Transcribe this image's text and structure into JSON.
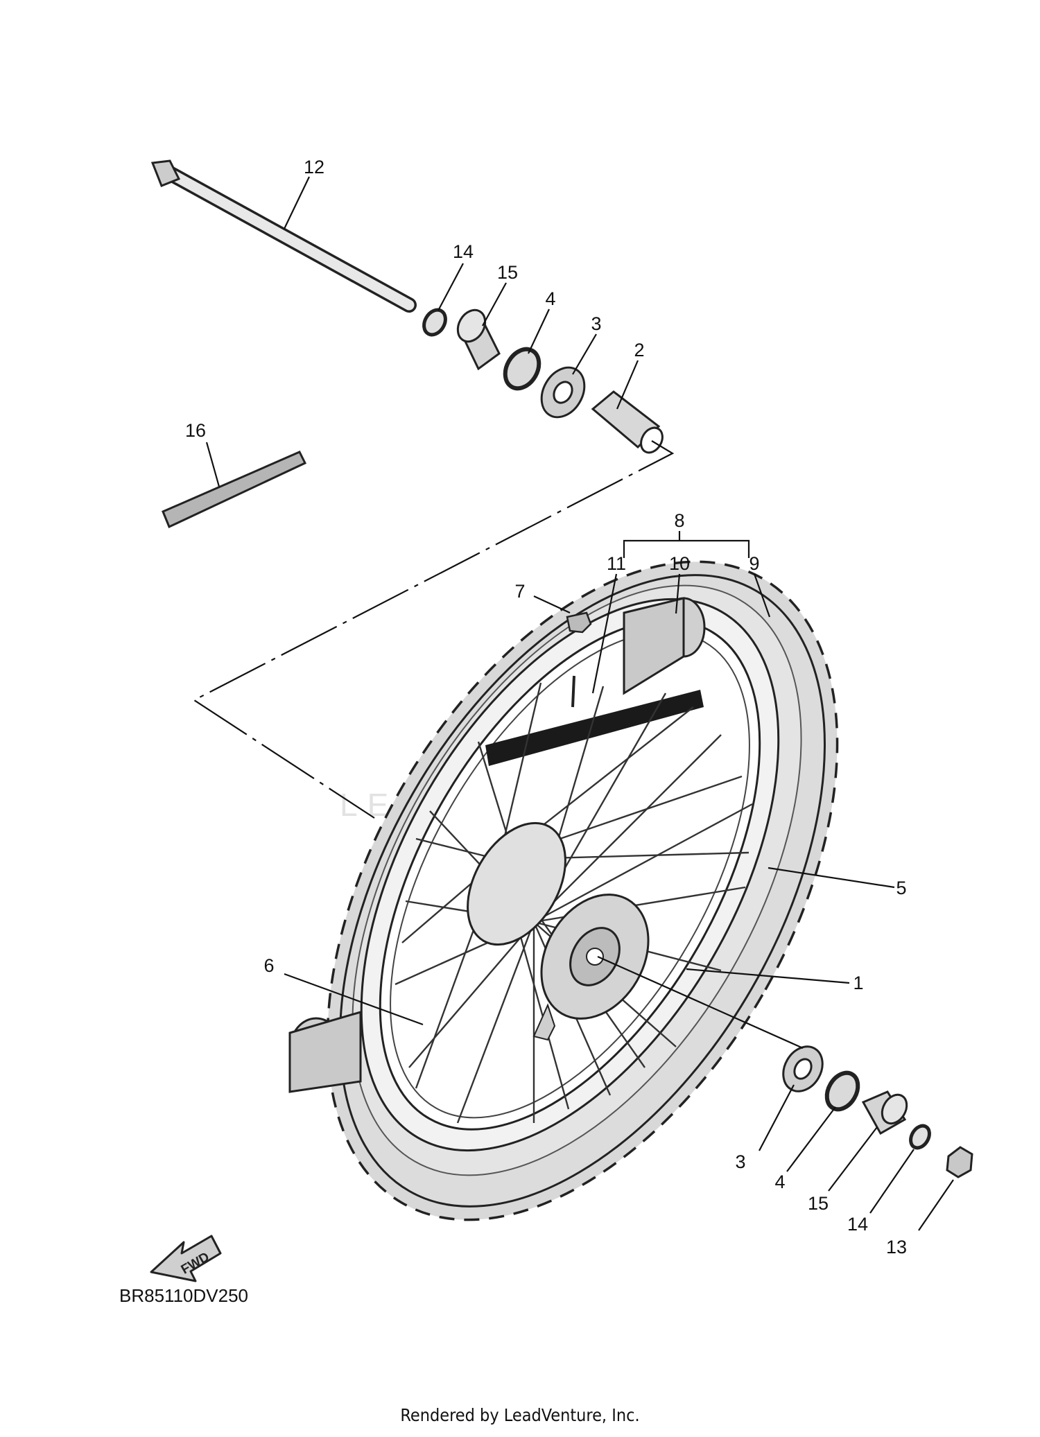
{
  "callouts": {
    "c1": "1",
    "c2": "2",
    "c3a": "3",
    "c3b": "3",
    "c4a": "4",
    "c4b": "4",
    "c5": "5",
    "c6": "6",
    "c7": "7",
    "c8": "8",
    "c9": "9",
    "c10": "10",
    "c11": "11",
    "c12": "12",
    "c13": "13",
    "c14a": "14",
    "c14b": "14",
    "c15a": "15",
    "c15b": "15",
    "c16": "16"
  },
  "fwd_label": "FWD",
  "diagram_code": "BR85110DV250",
  "watermark": "LEADVENTURE",
  "credit": "Rendered by LeadVenture, Inc."
}
